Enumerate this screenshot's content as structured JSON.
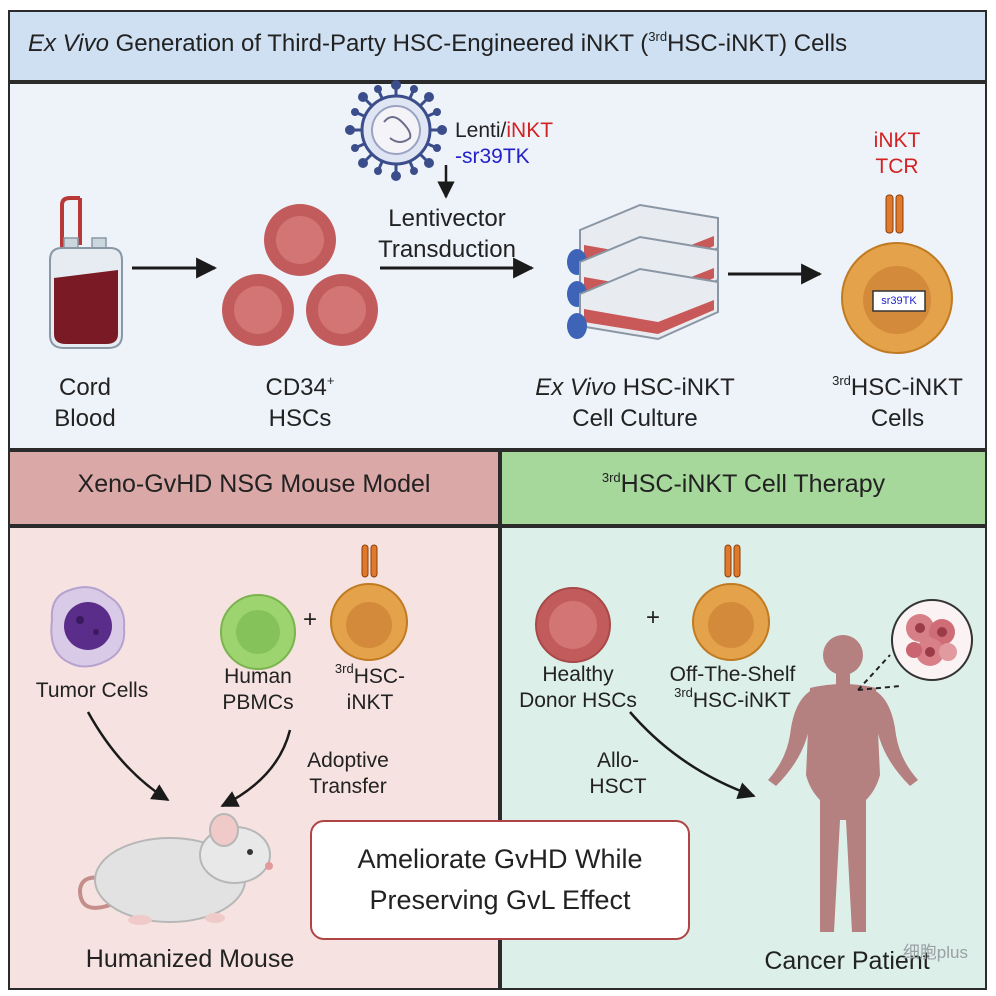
{
  "title": {
    "prefix_italic": "Ex Vivo",
    "rest": " Generation of Third-Party HSC-Engineered iNKT (",
    "sup": "3rd",
    "suffix": "HSC-iNKT) Cells"
  },
  "top": {
    "cord_blood": [
      "Cord",
      "Blood"
    ],
    "hscs": {
      "line1": "CD34",
      "line1_sup": "+",
      "line2": "HSCs"
    },
    "vector": {
      "part1": "Lenti/",
      "part2": "iNKT",
      "part3": "-sr39TK"
    },
    "transduction": [
      "Lentivector",
      "Transduction"
    ],
    "culture": {
      "italic": "Ex Vivo",
      "line1_rest": " HSC-iNKT",
      "line2": "Cell Culture"
    },
    "tcr_label": [
      "iNKT",
      "TCR"
    ],
    "gene_box": "sr39TK",
    "product": {
      "sup": "3rd",
      "line1": "HSC-iNKT",
      "line2": "Cells"
    }
  },
  "left_panel": {
    "header": "Xeno-GvHD NSG Mouse Model",
    "tumor": "Tumor Cells",
    "pbmc": [
      "Human",
      "PBMCs"
    ],
    "plus": "+",
    "inkt": {
      "sup": "3rd",
      "line1": "HSC-",
      "line2": "iNKT"
    },
    "adoptive": [
      "Adoptive",
      "Transfer"
    ],
    "mouse": "Humanized Mouse"
  },
  "right_panel": {
    "header": {
      "sup": "3rd",
      "text": "HSC-iNKT Cell Therapy"
    },
    "donor": [
      "Healthy",
      "Donor HSCs"
    ],
    "plus": "+",
    "offshelf": {
      "line1": "Off-The-Shelf",
      "sup": "3rd",
      "line2": "HSC-iNKT"
    },
    "allo": [
      "Allo-",
      "HSCT"
    ],
    "patient": "Cancer Patient"
  },
  "callout": [
    "Ameliorate GvHD While",
    "Preserving GvL Effect"
  ],
  "watermark": "细胞plus",
  "colors": {
    "title_bg": "#cfe0f2",
    "top_bg": "#eef3fa",
    "left_header": "#dba8a8",
    "left_body": "#f6e3e1",
    "right_header": "#a6d89b",
    "right_body": "#dcefe8",
    "hsc_cell": "#cf6a6a",
    "inkt_cell": "#e9a84c",
    "pbmc_cell": "#9ed46f",
    "tumor_cell": "#8a5fb3",
    "highlight_red": "#d32222",
    "highlight_blue": "#2222c8"
  }
}
